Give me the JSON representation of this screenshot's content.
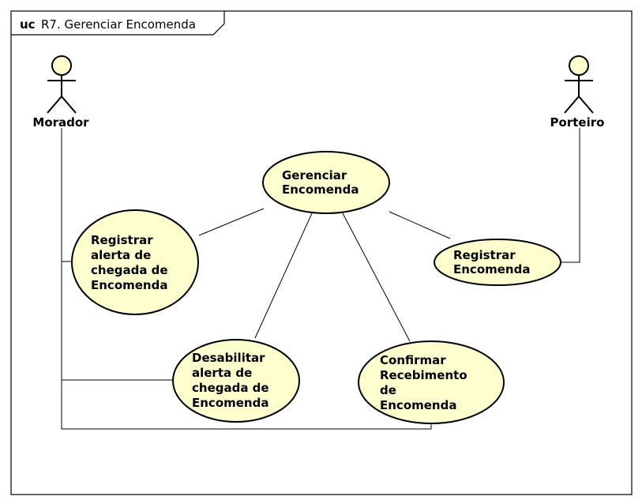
{
  "frame": {
    "keyword": "uc",
    "title": "R7. Gerenciar Encomenda"
  },
  "actors": {
    "morador": "Morador",
    "porteiro": "Porteiro"
  },
  "use_cases": {
    "gerenciar": [
      "Gerenciar",
      "Encomenda"
    ],
    "registrar_alerta": [
      "Registrar",
      "alerta de",
      "chegada de",
      "Encomenda"
    ],
    "desabilitar_alerta": [
      "Desabilitar",
      "alerta de",
      "chegada de",
      "Encomenda"
    ],
    "confirmar": [
      "Confirmar",
      "Recebimento",
      "de",
      "Encomenda"
    ],
    "registrar_encomenda": [
      "Registrar",
      "Encomenda"
    ]
  },
  "colors": {
    "use_case_fill": "#fefece",
    "actor_fill": "#fefece",
    "line": "#000000",
    "background": "#ffffff"
  }
}
